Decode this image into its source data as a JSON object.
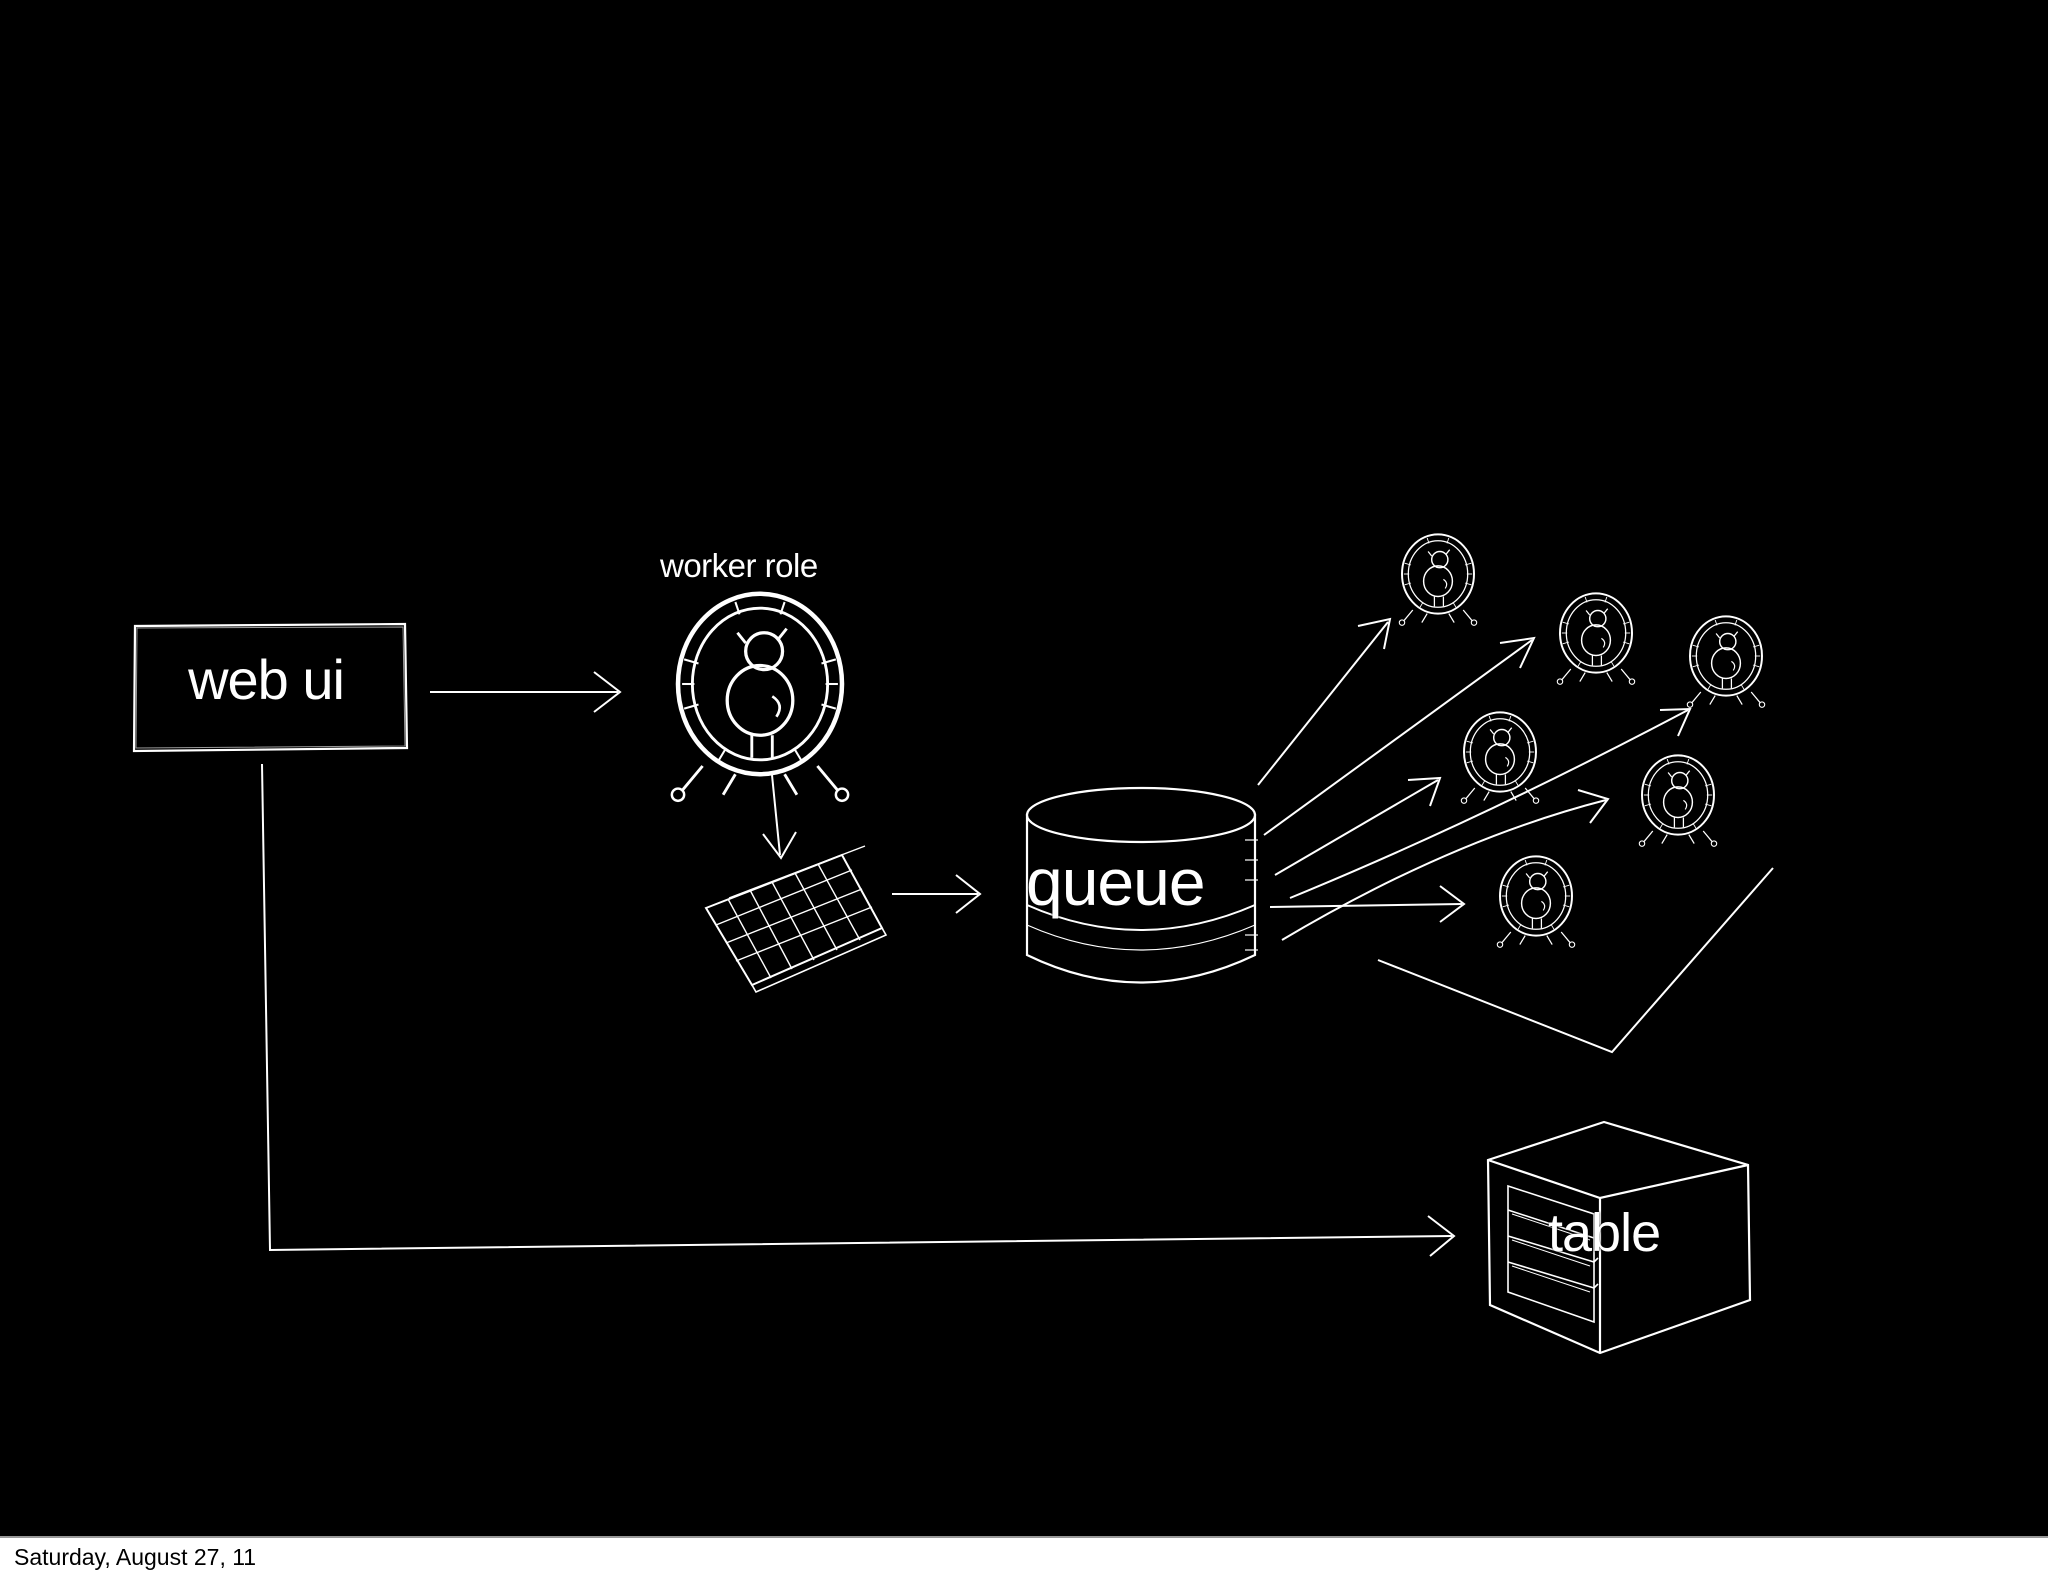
{
  "colors": {
    "background": "#000000",
    "stroke": "#ffffff",
    "footer_background": "#ffffff",
    "footer_text": "#000000"
  },
  "diagram": {
    "nodes": {
      "web_ui": {
        "label": "web ui"
      },
      "worker_role": {
        "label": "worker role",
        "icon": "hamster-wheel-icon"
      },
      "solar_panel": {
        "icon": "solar-panel-icon"
      },
      "queue": {
        "label": "queue",
        "icon": "database-cylinder-icon"
      },
      "table": {
        "label": "table",
        "icon": "storage-cabinet-icon"
      },
      "workers": {
        "icon": "hamster-wheel-icon",
        "count": 6
      }
    },
    "edges": [
      {
        "from": "web_ui",
        "to": "worker_role"
      },
      {
        "from": "worker_role",
        "to": "solar_panel"
      },
      {
        "from": "solar_panel",
        "to": "queue"
      },
      {
        "from": "queue",
        "to": "workers"
      },
      {
        "from": "web_ui",
        "to": "table"
      }
    ]
  },
  "footer": {
    "date": "Saturday, August 27, 11"
  }
}
